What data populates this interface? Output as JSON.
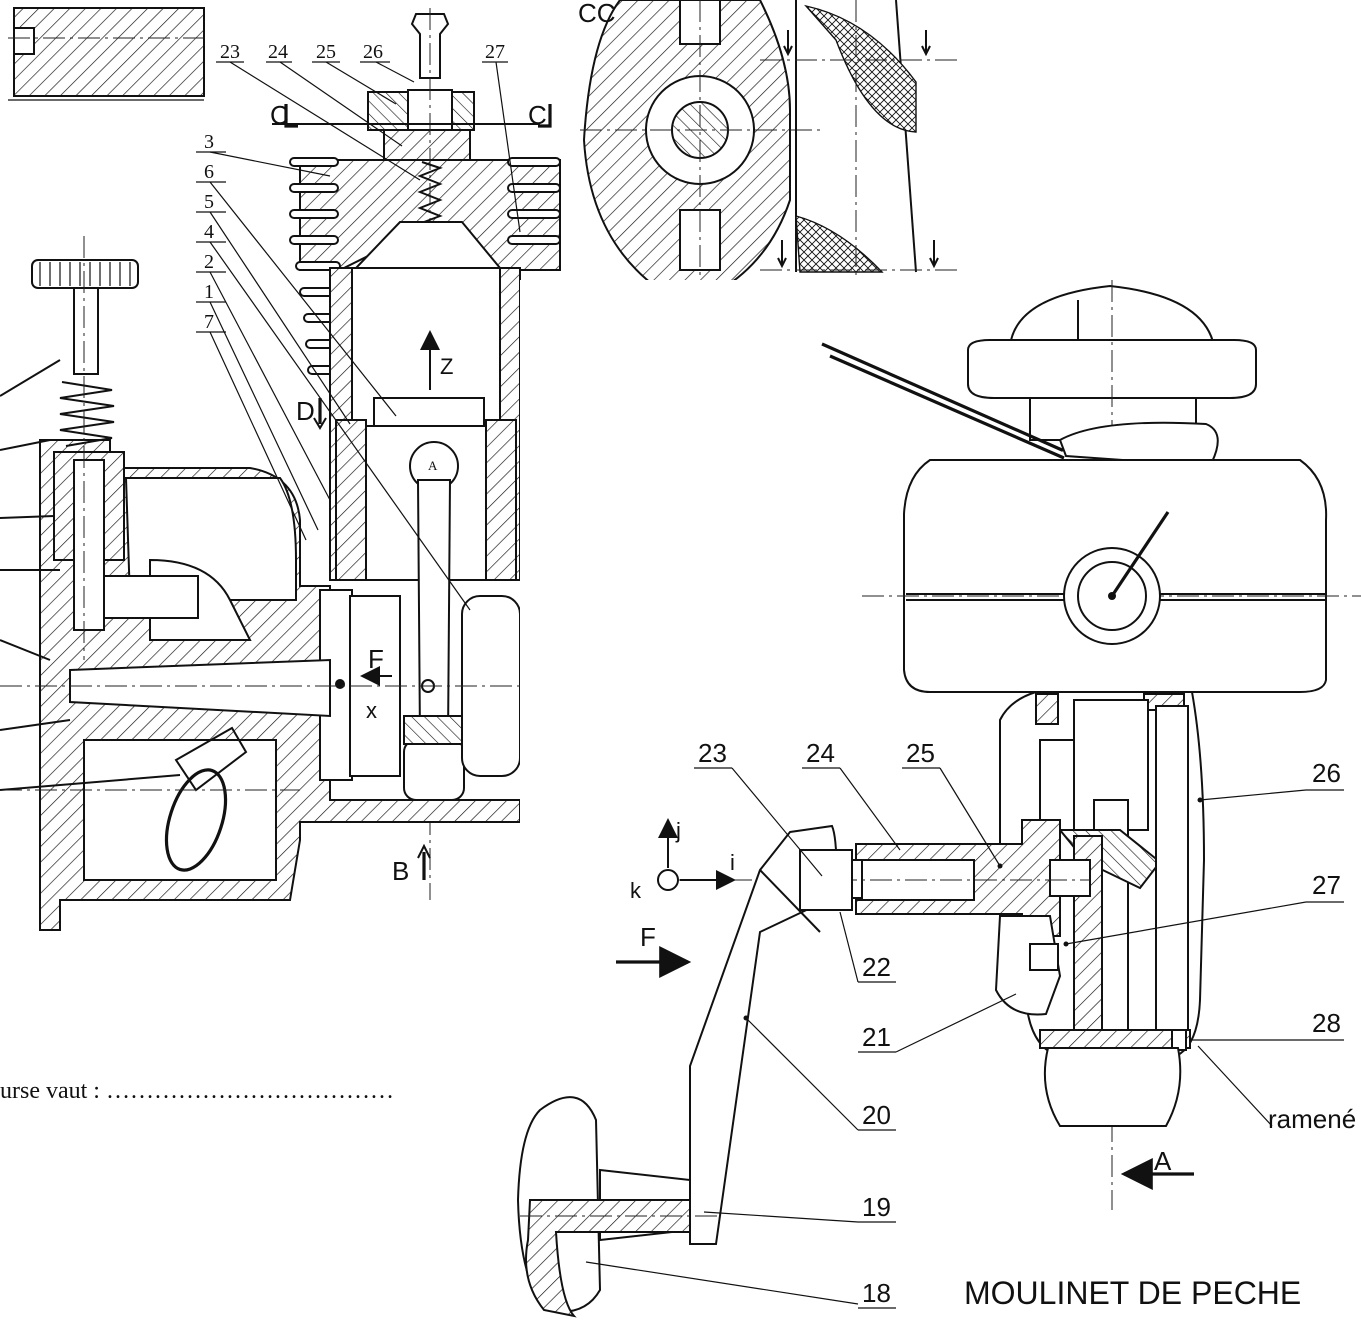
{
  "engine_drawing": {
    "part_labels": [
      "23",
      "24",
      "25",
      "26",
      "27",
      "3",
      "6",
      "5",
      "4",
      "2",
      "1",
      "7"
    ],
    "section_markers": {
      "c_left": "C",
      "c_right": "C",
      "cc_title": "CC",
      "d": "D",
      "b": "B"
    },
    "axis_labels": {
      "z": "Z",
      "x": "x",
      "force": "F",
      "point_a": "A"
    }
  },
  "footnote": "urse vaut : ………………………………",
  "reel_drawing": {
    "title": "MOULINET DE PECHE",
    "part_labels": {
      "p23": "23",
      "p24": "24",
      "p25": "25",
      "p26": "26",
      "p27": "27",
      "p22": "22",
      "p21": "21",
      "p28": "28",
      "p20": "20",
      "p19": "19",
      "p18": "18"
    },
    "annotation": "ramené",
    "force": "F",
    "view_arrow": "A",
    "frame_vectors": {
      "i": "i",
      "j": "j",
      "k": "k"
    }
  }
}
